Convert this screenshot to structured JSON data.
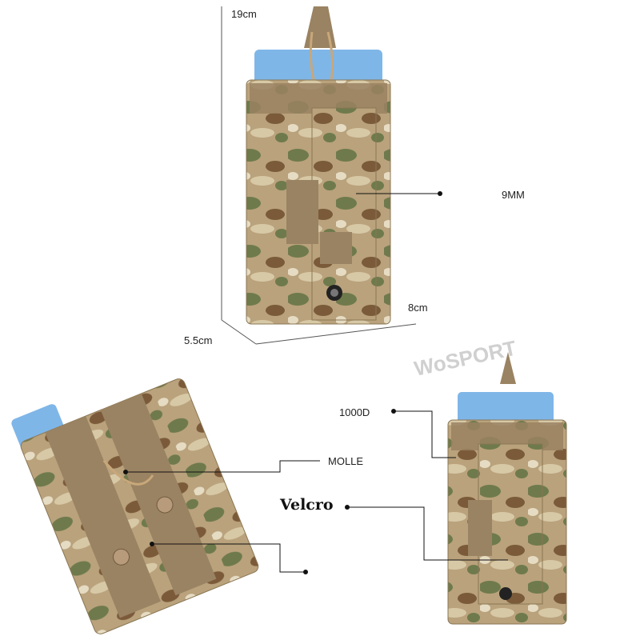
{
  "labels": {
    "height": "19cm",
    "depth": "5.5cm",
    "width": "8cm",
    "mag": "9MM",
    "fabric": "1000D",
    "molle": "MOLLE",
    "velcro": "Velcro"
  },
  "watermark": "WoSPORT",
  "colors": {
    "camo_base": "#b9a27c",
    "camo_green": "#6f7a4c",
    "camo_brown": "#7b5a3a",
    "camo_tan": "#d8c9a6",
    "webbing": "#9a8362",
    "magazine_blue": "#7fb6e8",
    "cord": "#c8a77a"
  }
}
